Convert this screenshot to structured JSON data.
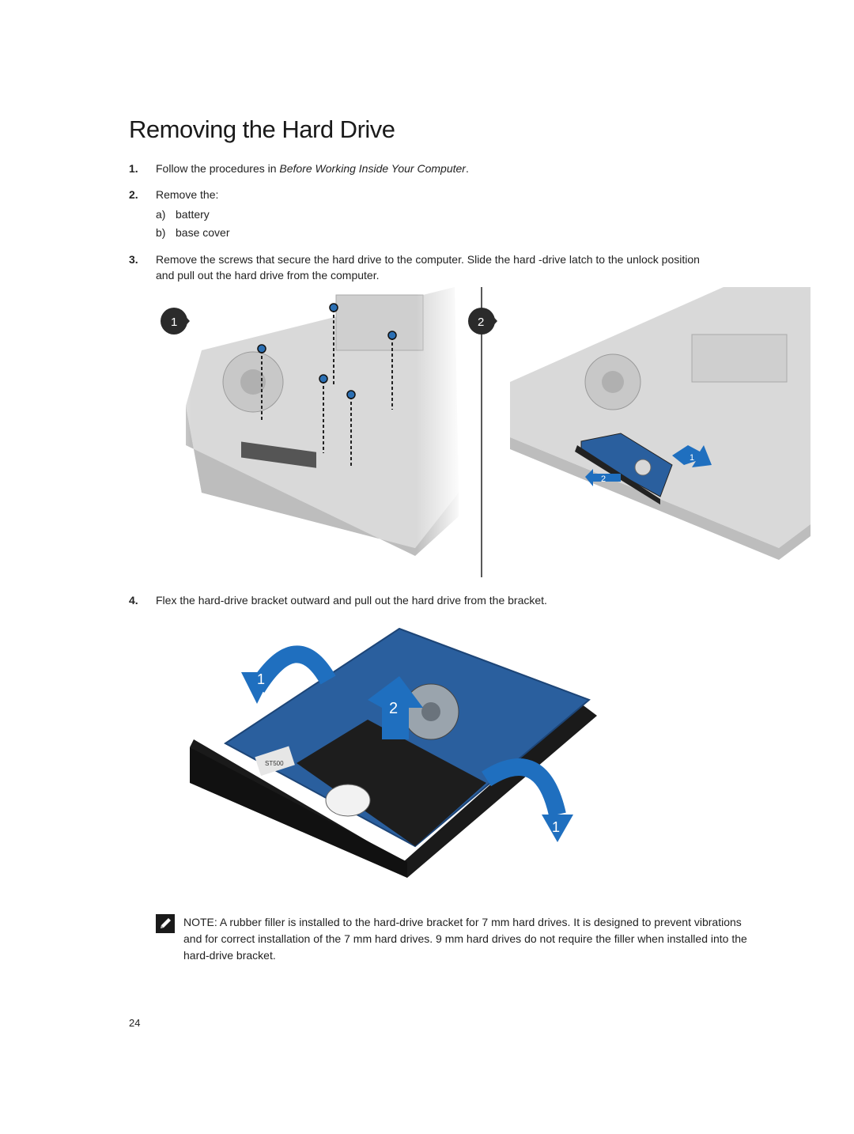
{
  "page": {
    "title": "Removing the Hard Drive",
    "page_number": "24"
  },
  "steps": [
    {
      "num": "1.",
      "text_plain": "Follow the procedures in ",
      "text_italic": "Before Working Inside Your Computer",
      "text_after": "."
    },
    {
      "num": "2.",
      "text": "Remove the:",
      "subitems": [
        {
          "letter": "a)",
          "text": "battery"
        },
        {
          "letter": "b)",
          "text": "base cover"
        }
      ]
    },
    {
      "num": "3.",
      "line1": "Remove the screws that secure the hard drive to the computer. Slide the hard -drive latch to the unlock position",
      "line2": "and pull out the hard drive from the computer."
    },
    {
      "num": "4.",
      "text": "Flex the hard-drive bracket outward and pull out the hard drive from the bracket."
    }
  ],
  "figure1": {
    "callout_left": "1",
    "callout_right": "2",
    "arrow_labels": [
      "1",
      "2"
    ]
  },
  "figure2": {
    "arrow_labels": [
      "1",
      "2",
      "1"
    ],
    "drive_label": "ST500"
  },
  "note": {
    "label": "NOTE:",
    "text": " A rubber filler is installed to the hard-drive bracket for 7 mm hard drives. It is designed to prevent vibrations and for correct installation of the 7 mm hard drives. 9 mm hard drives do not require the filler when installed into the hard-drive bracket."
  },
  "colors": {
    "callout": "#2b2b2b",
    "arrow_blue": "#1f6fbf",
    "pcb_blue": "#2a5f9e",
    "chassis": "#d9d9d9"
  }
}
